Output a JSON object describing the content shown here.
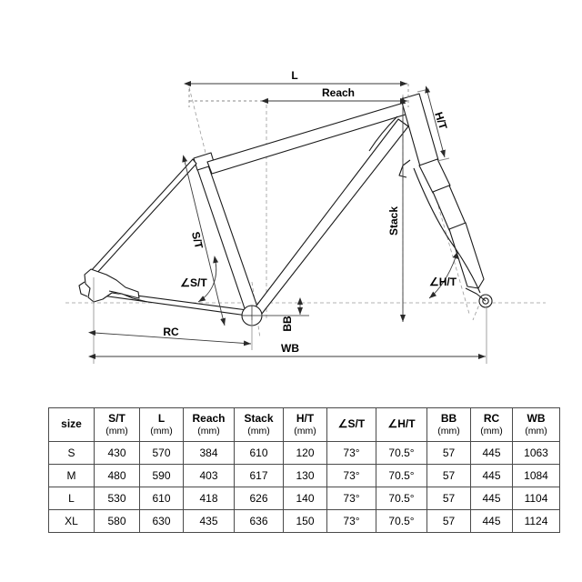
{
  "diagram": {
    "title": "bicycle-frame-geometry",
    "labels": {
      "length": "L",
      "reach": "Reach",
      "stack": "Stack",
      "head_tube": "H/T",
      "seat_tube": "S/T",
      "seat_tube_angle": "∠S/T",
      "head_tube_angle": "∠H/T",
      "bottom_bracket": "BB",
      "rear_center": "RC",
      "wheelbase": "WB"
    },
    "colors": {
      "line": "#1a1a1a",
      "dimension": "#3a3a3a",
      "construction": "#8a8a8a",
      "background": "#ffffff"
    }
  },
  "table": {
    "columns": [
      {
        "label": "size",
        "unit": ""
      },
      {
        "label": "S/T",
        "unit": "(mm)"
      },
      {
        "label": "L",
        "unit": "(mm)"
      },
      {
        "label": "Reach",
        "unit": "(mm)"
      },
      {
        "label": "Stack",
        "unit": "(mm)"
      },
      {
        "label": "H/T",
        "unit": "(mm)"
      },
      {
        "label": "∠S/T",
        "unit": ""
      },
      {
        "label": "∠H/T",
        "unit": ""
      },
      {
        "label": "BB",
        "unit": "(mm)"
      },
      {
        "label": "RC",
        "unit": "(mm)"
      },
      {
        "label": "WB",
        "unit": "(mm)"
      }
    ],
    "rows": [
      {
        "size": "S",
        "st": "430",
        "l": "570",
        "reach": "384",
        "stack": "610",
        "ht": "120",
        "ast": "73°",
        "aht": "70.5°",
        "bb": "57",
        "rc": "445",
        "wb": "1063"
      },
      {
        "size": "M",
        "st": "480",
        "l": "590",
        "reach": "403",
        "stack": "617",
        "ht": "130",
        "ast": "73°",
        "aht": "70.5°",
        "bb": "57",
        "rc": "445",
        "wb": "1084"
      },
      {
        "size": "L",
        "st": "530",
        "l": "610",
        "reach": "418",
        "stack": "626",
        "ht": "140",
        "ast": "73°",
        "aht": "70.5°",
        "bb": "57",
        "rc": "445",
        "wb": "1104"
      },
      {
        "size": "XL",
        "st": "580",
        "l": "630",
        "reach": "435",
        "stack": "636",
        "ht": "150",
        "ast": "73°",
        "aht": "70.5°",
        "bb": "57",
        "rc": "445",
        "wb": "1124"
      }
    ]
  }
}
